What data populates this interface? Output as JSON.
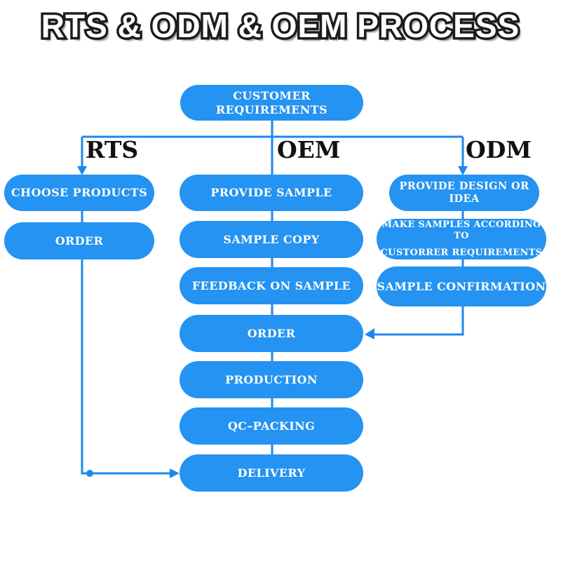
{
  "title": "RTS & ODM & OEM PROCESS",
  "colors": {
    "node_fill": "#2493F1",
    "connector": "#1F87EC",
    "node_text": "#FFFFFF",
    "title_fill": "#FFFFFF",
    "title_outline": "#1C1C1C",
    "branch_label": "#111111"
  },
  "flowchart": {
    "root": "CUSTOMER REQUIREMENTS",
    "rts": {
      "label": "RTS",
      "nodes": [
        "CHOOSE PRODUCTS",
        "ORDER"
      ]
    },
    "oem": {
      "label": "OEM",
      "nodes": [
        "PROVIDE SAMPLE",
        "SAMPLE COPY",
        "FEEDBACK ON SAMPLE",
        "ORDER",
        "PRODUCTION",
        "QC–PACKING",
        "DELIVERY"
      ]
    },
    "odm": {
      "label": "ODM",
      "nodes": [
        "PROVIDE DESIGN OR IDEA",
        [
          "MAKE SAMPLES ACCORDING TO",
          "CUSTORRER REQUIREMENTS"
        ],
        "SAMPLE CONFIRMATION"
      ]
    }
  }
}
